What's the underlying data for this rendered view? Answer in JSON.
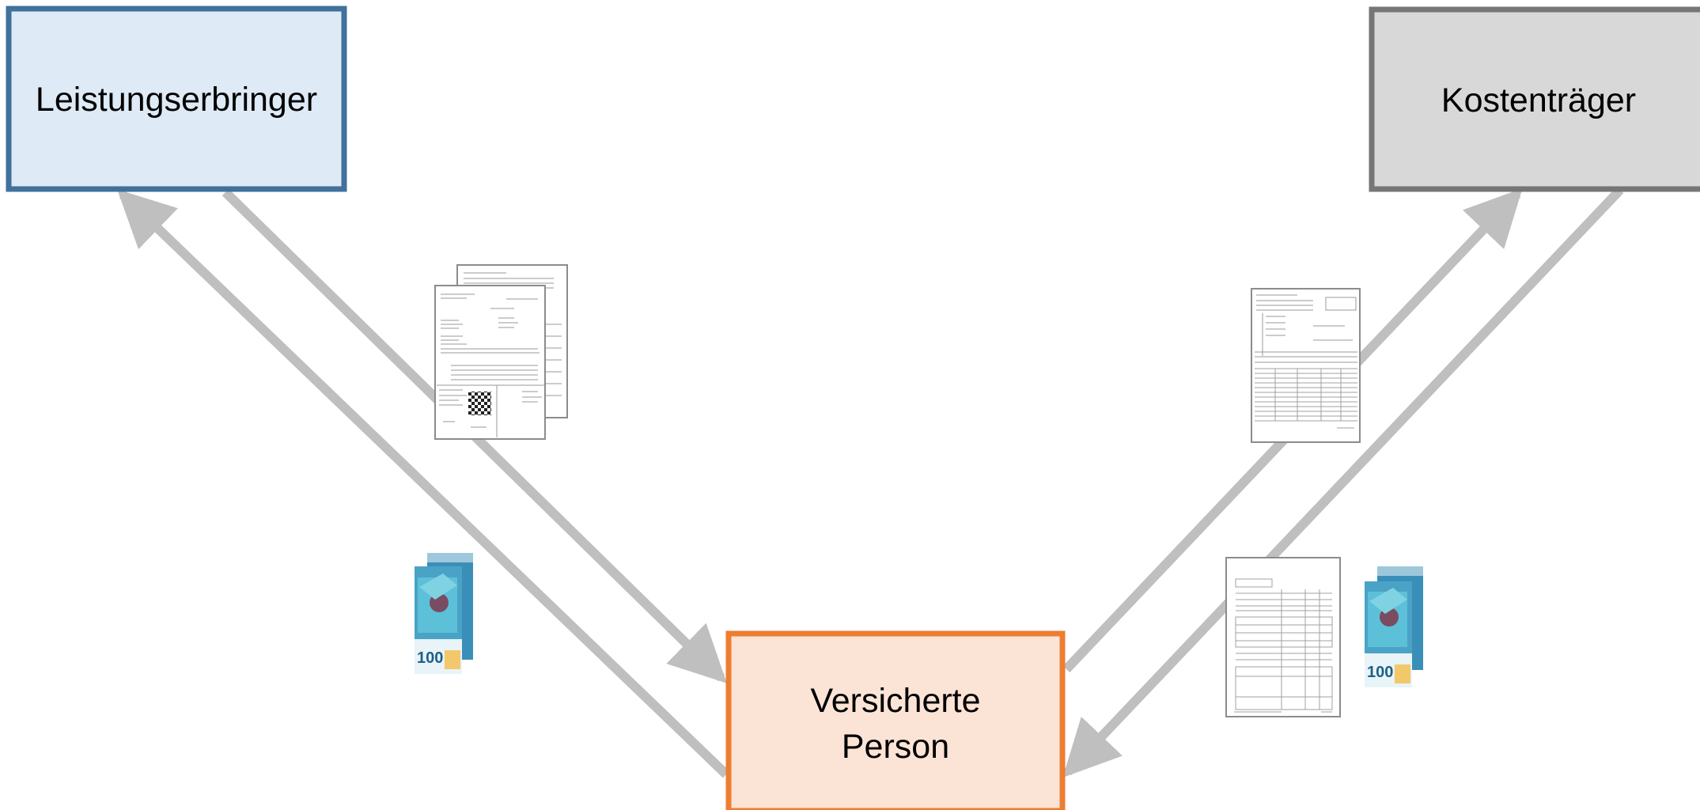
{
  "diagram": {
    "nodes": {
      "provider": {
        "label": "Leistungserbringer",
        "fill": "#deeaf6",
        "stroke": "#41719c"
      },
      "payer": {
        "label": "Kostenträger",
        "fill": "#d8d8d8",
        "stroke": "#767676"
      },
      "insured": {
        "label_line1": "Versicherte",
        "label_line2": "Person",
        "fill": "#fbe4d6",
        "stroke": "#ed7d31"
      }
    },
    "arrow_color": "#bfbfbf",
    "banknote_value": "100"
  }
}
